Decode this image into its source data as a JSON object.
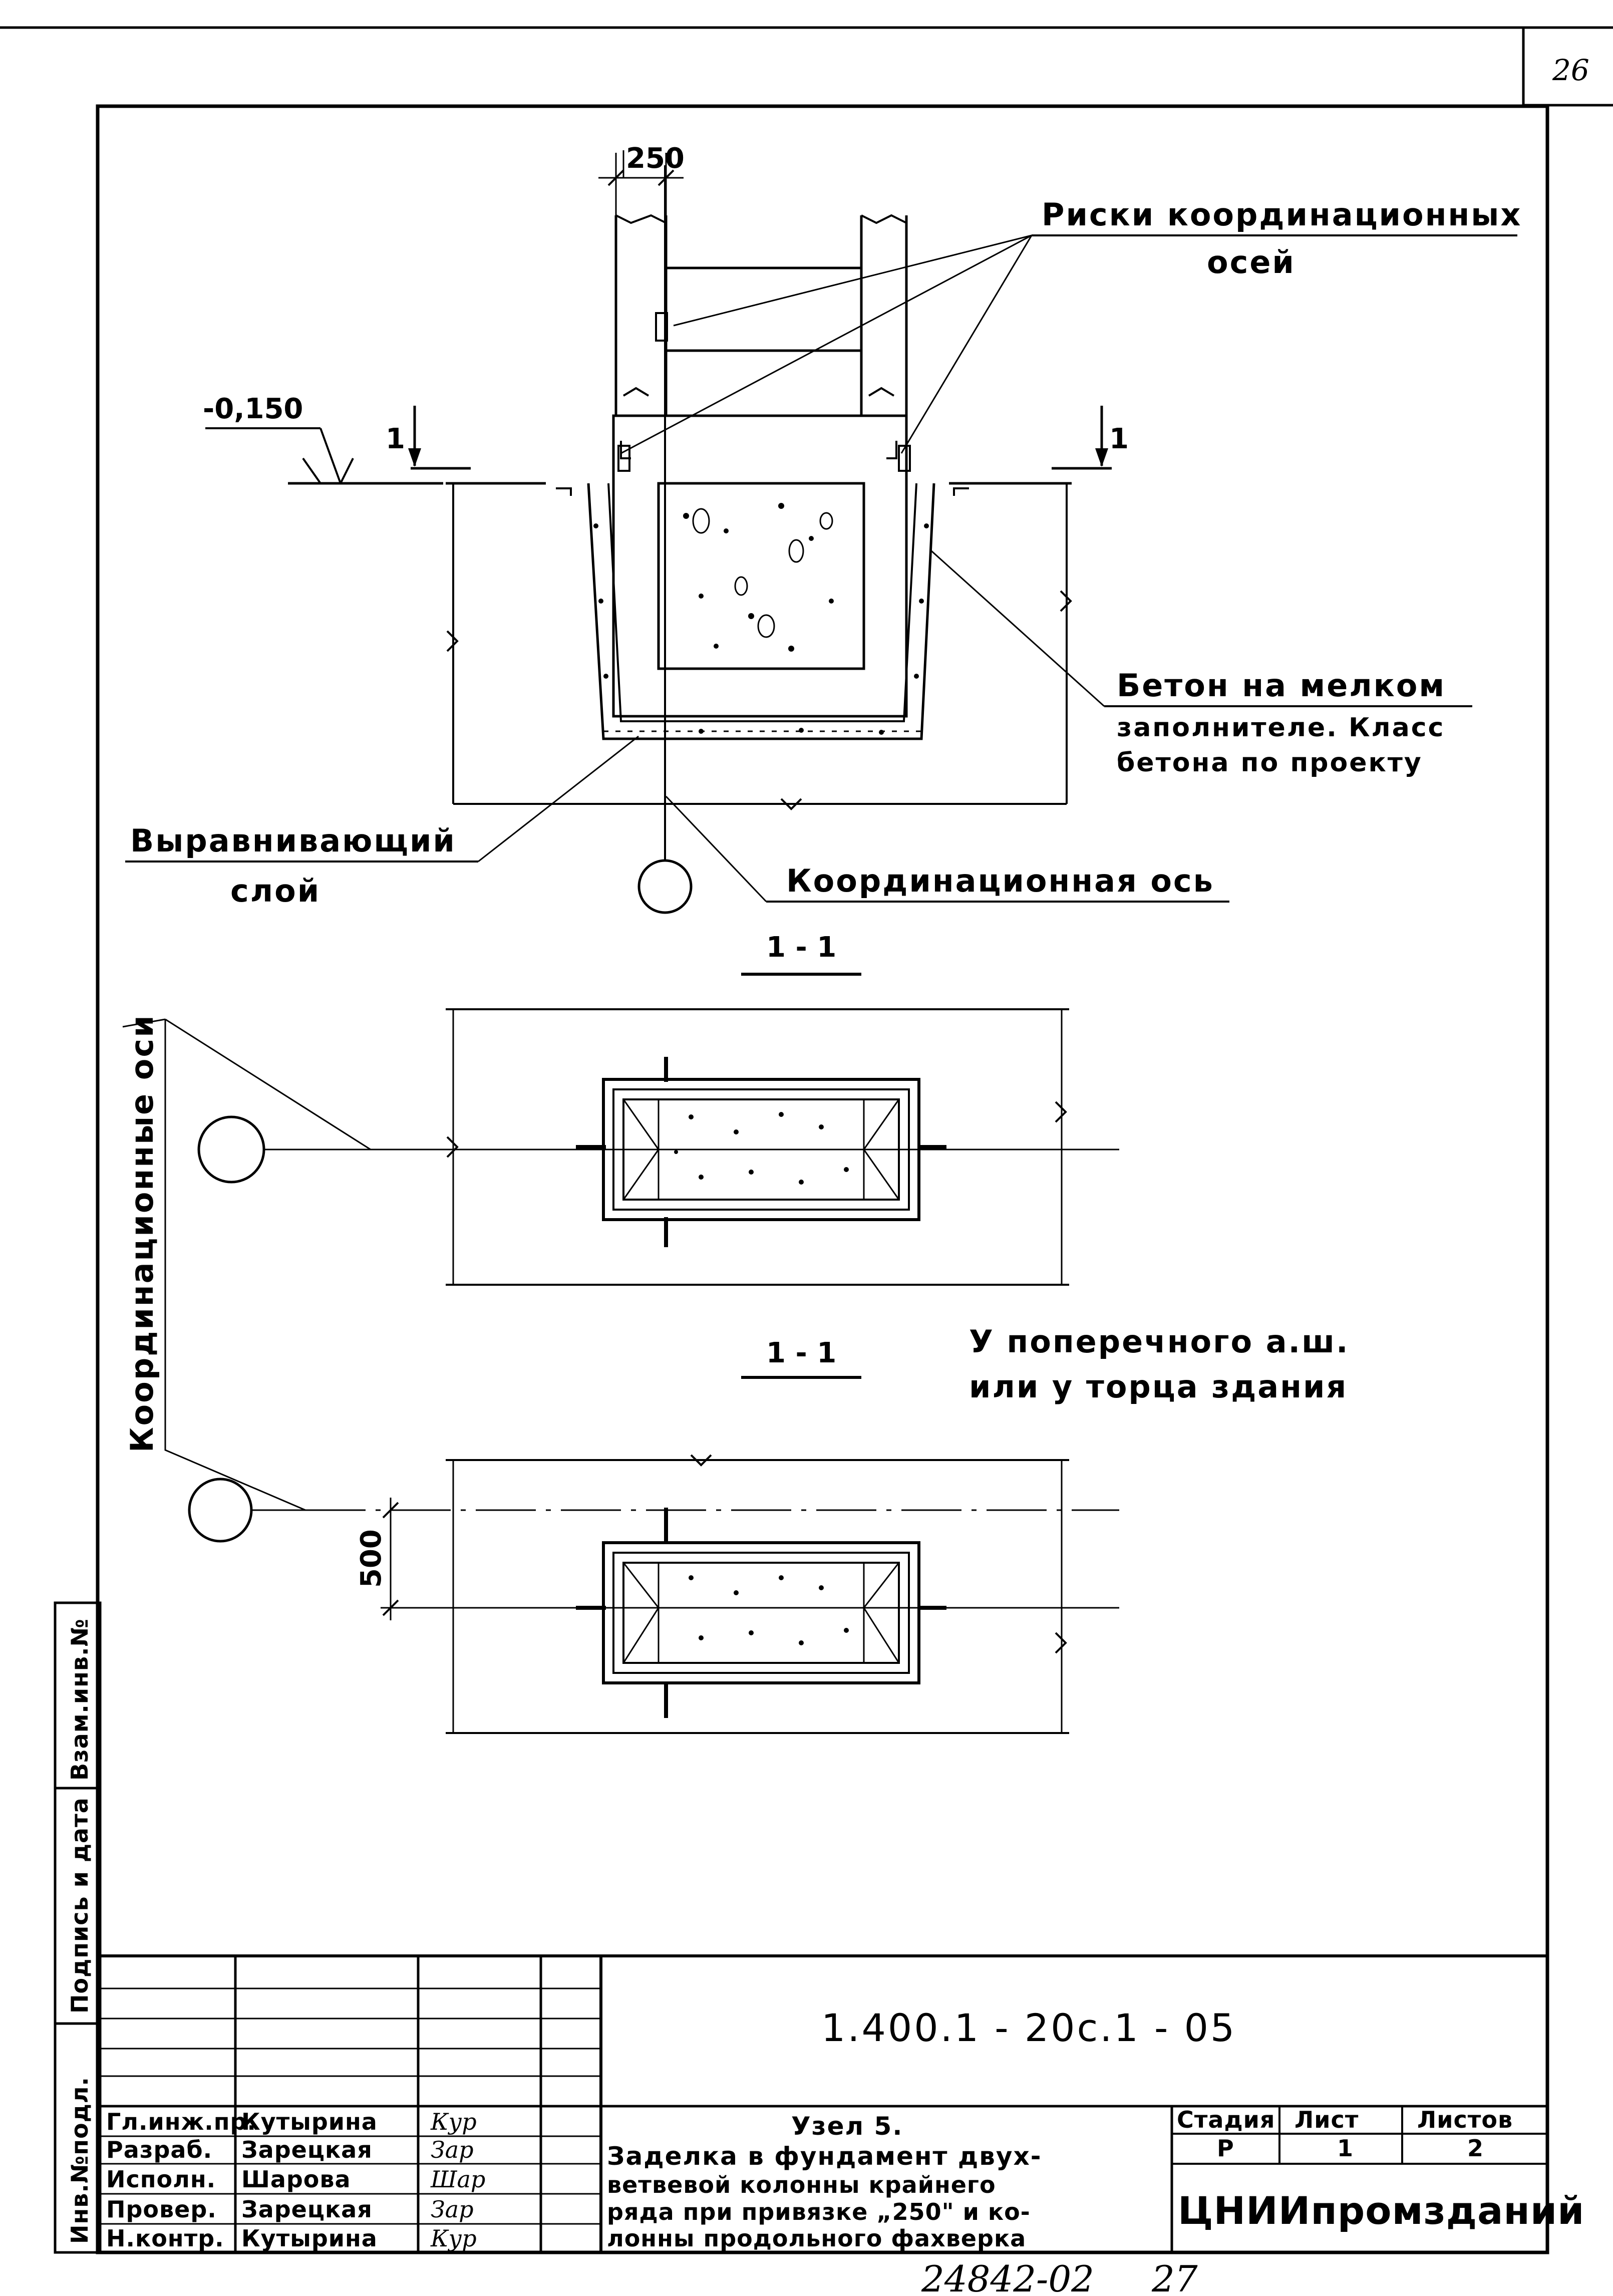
{
  "page_number": "26",
  "labels": {
    "column_width_dim": "250",
    "offset_dim": "500",
    "elevation": "-0,150",
    "section_mark": "1",
    "risks_line1": "Риски координационных",
    "risks_line2": "осей",
    "concrete_line1": "Бетон на мелком",
    "concrete_line2": "заполнителе. Класс",
    "concrete_line3": "бетона по проекту",
    "leveling_line1": "Выравнивающий",
    "leveling_line2": "слой",
    "coord_axis": "Координационная ось",
    "section_title_1": "1 - 1",
    "section_title_2": "1 - 1",
    "coord_axes_vertical": "Координационные оси",
    "note_line1": "У поперечного а.ш.",
    "note_line2": "или у торца здания"
  },
  "side_stamp": [
    "Инв.№подл.",
    "Подпись и дата",
    "Взам.инв.№"
  ],
  "title_block": {
    "designation": "1.400.1 - 20с.1 - 05",
    "staff": [
      {
        "role": "Гл.инж.пр.",
        "name": "Кутырина",
        "signature": "Кур"
      },
      {
        "role": "Разраб.",
        "name": "Зарецкая",
        "signature": "Зар"
      },
      {
        "role": "Исполн.",
        "name": "Шарова",
        "signature": "Шар"
      },
      {
        "role": "Провер.",
        "name": "Зарецкая",
        "signature": "Зар"
      },
      {
        "role": "Н.контр.",
        "name": "Кутырина",
        "signature": "Кур"
      }
    ],
    "title_line1": "Узел 5.",
    "title_line2": "Заделка в фундамент двух-",
    "title_line3": "ветвевой колонны крайнего",
    "title_line4": "ряда при привязке „250\" и ко-",
    "title_line5": "лонны продольного фахверка",
    "stage_header": "Стадия",
    "sheet_header": "Лист",
    "sheets_header": "Листов",
    "stage": "Р",
    "sheet": "1",
    "sheets": "2",
    "organization": "ЦНИИпромзданий"
  },
  "footer": {
    "archive_number": "24842-02",
    "archive_page": "27"
  }
}
